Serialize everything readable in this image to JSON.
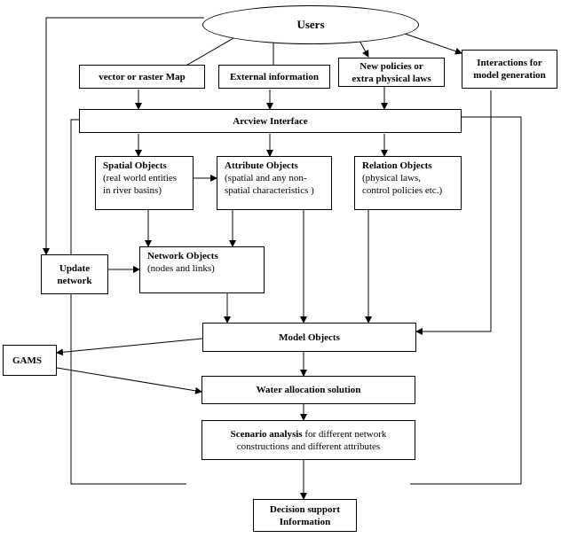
{
  "users": "Users",
  "vector_map": "vector or raster Map",
  "external_info": "External information",
  "new_policies": [
    "New policies or",
    "extra physical laws"
  ],
  "interactions": [
    "Interactions for",
    "model generation"
  ],
  "arcview": "Arcview  Interface",
  "spatial": {
    "title": "Spatial Objects",
    "lines": [
      "(real world entities",
      "in river basins)"
    ]
  },
  "attribute": {
    "title": "Attribute Objects",
    "lines": [
      "(spatial and any non-",
      "spatial characteristics )"
    ]
  },
  "relation": {
    "title": "Relation Objects",
    "lines": [
      "(physical  laws,",
      "control policies etc.)"
    ]
  },
  "network": {
    "title": "Network Objects",
    "lines": [
      "(nodes and links)"
    ]
  },
  "update": [
    "Update",
    "network"
  ],
  "model_objects": "Model Objects",
  "gams": "GAMS",
  "water": "Water allocation solution",
  "scenario": {
    "title": "Scenario analysis",
    "rest": " for different network",
    "line2": "constructions and different attributes"
  },
  "decision": [
    "Decision support",
    "Information"
  ]
}
